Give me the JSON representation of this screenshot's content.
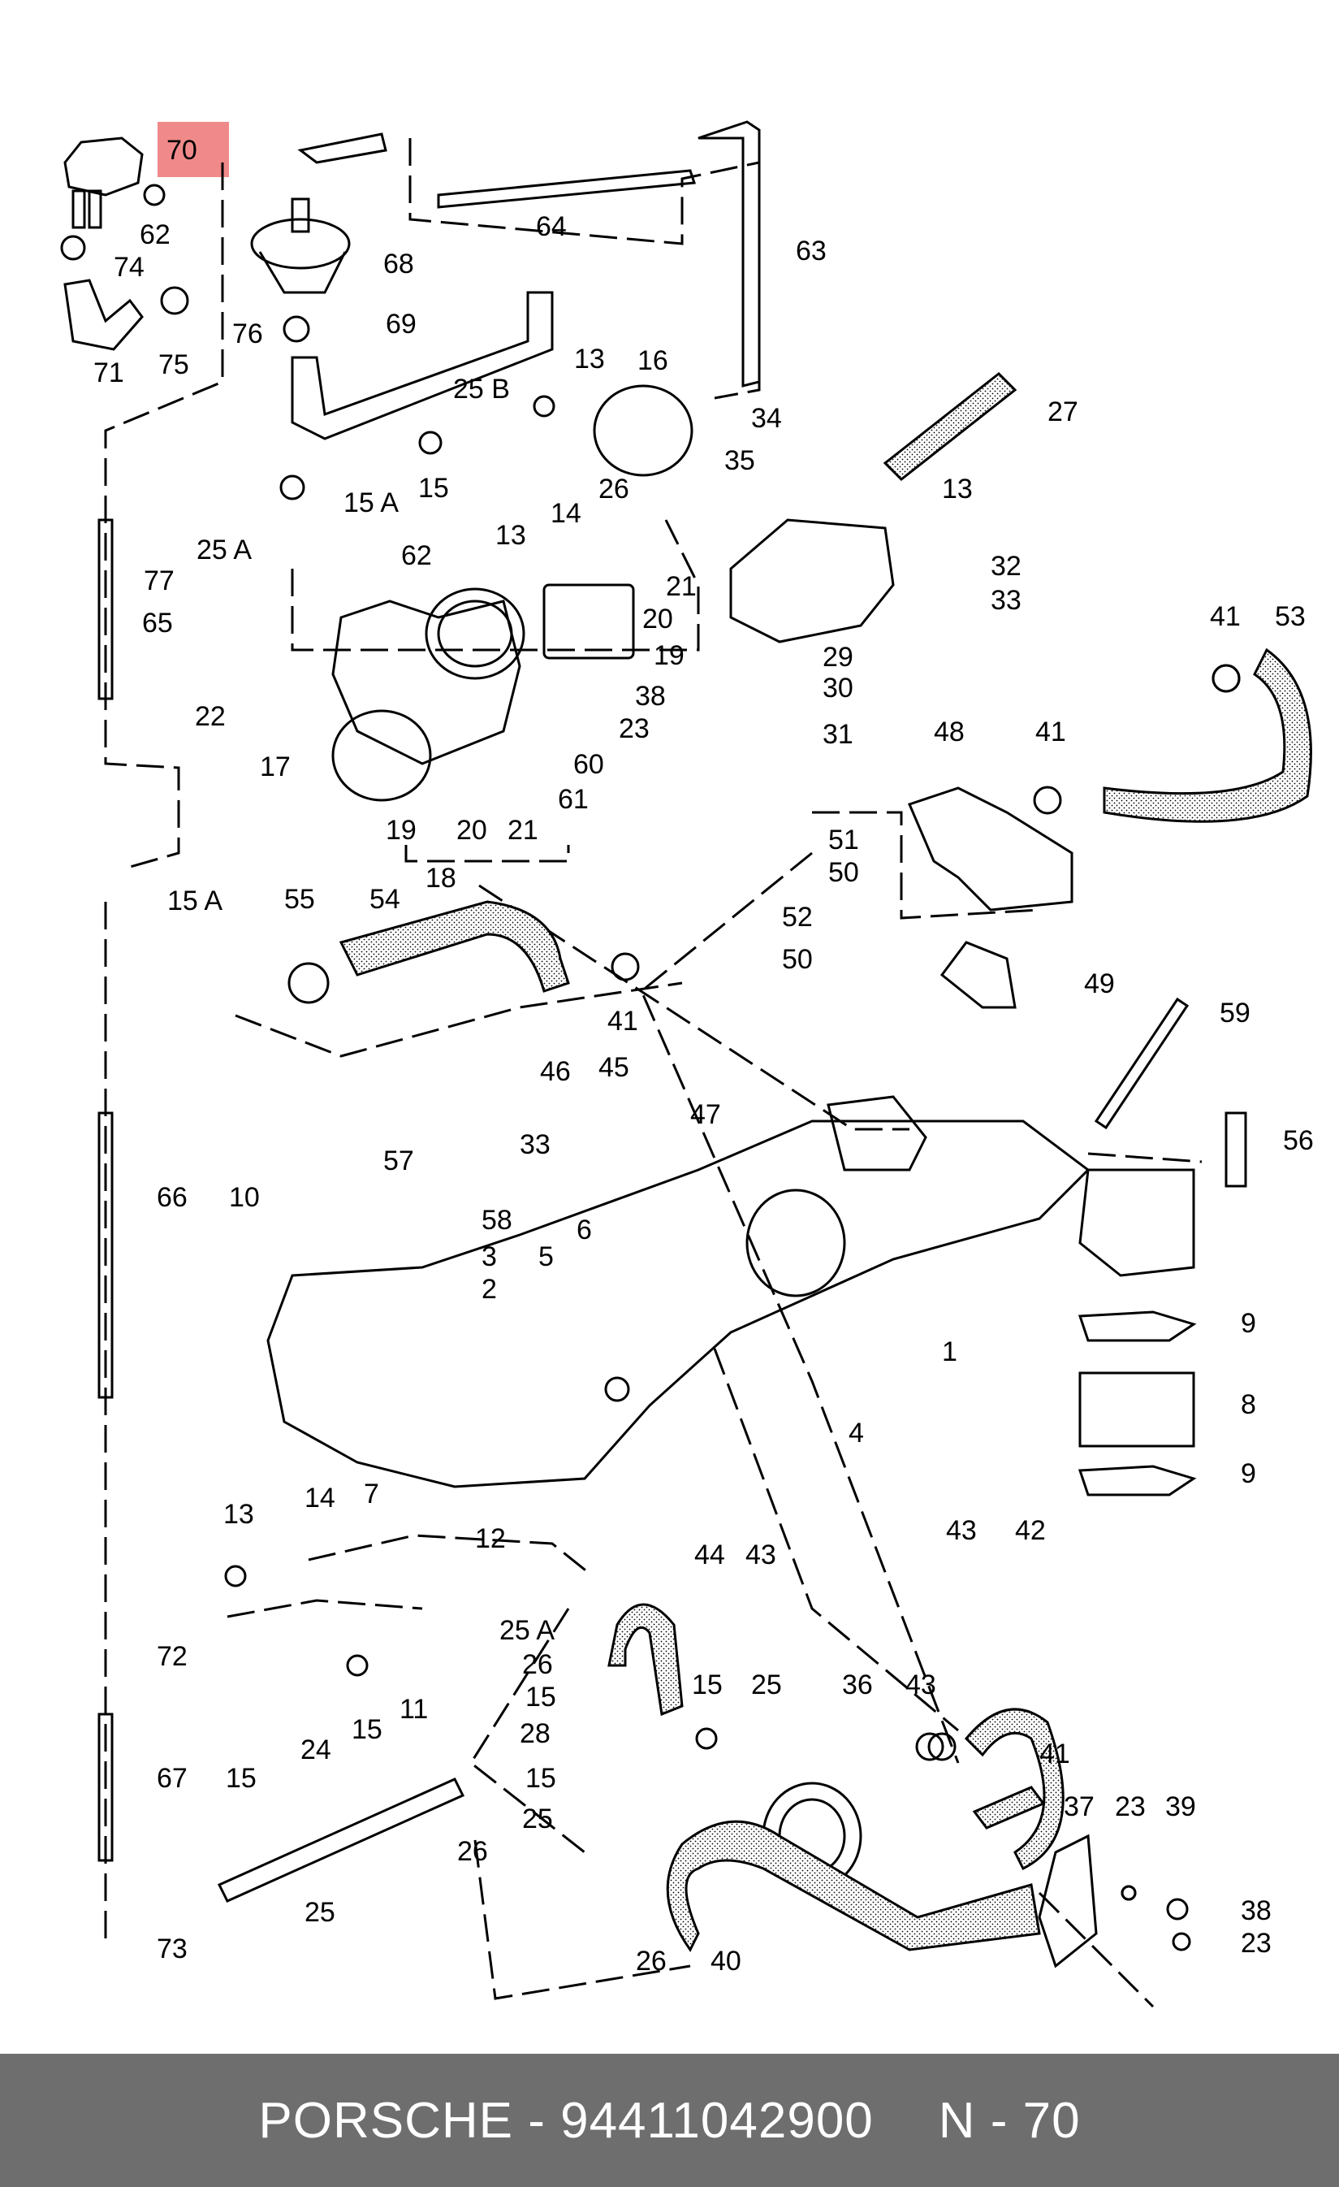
{
  "diagram": {
    "highlight_label": "70",
    "highlight_color": "#f08a8a",
    "labels": [
      "70",
      "62",
      "74",
      "71",
      "75",
      "76",
      "68",
      "69",
      "64",
      "63",
      "16",
      "13",
      "25 B",
      "15",
      "15 A",
      "25 A",
      "77",
      "65",
      "62",
      "13",
      "14",
      "26",
      "21",
      "20",
      "19",
      "38",
      "23",
      "22",
      "17",
      "19",
      "20",
      "21",
      "18",
      "60",
      "61",
      "34",
      "35",
      "27",
      "13",
      "32",
      "33",
      "29",
      "30",
      "31",
      "41",
      "53",
      "48",
      "41",
      "51",
      "50",
      "52",
      "50",
      "49",
      "15 A",
      "55",
      "54",
      "41",
      "46",
      "45",
      "47",
      "33",
      "57",
      "58",
      "6",
      "3",
      "2",
      "5",
      "10",
      "66",
      "59",
      "56",
      "9",
      "8",
      "9",
      "1",
      "4",
      "44",
      "43",
      "7",
      "12",
      "13",
      "14",
      "72",
      "25 A",
      "26",
      "15",
      "28",
      "15",
      "25",
      "26",
      "25",
      "15",
      "25",
      "36",
      "43",
      "42",
      "41",
      "43",
      "37",
      "23",
      "39",
      "38",
      "23",
      "40",
      "26",
      "11",
      "15",
      "24",
      "15",
      "67",
      "73"
    ]
  },
  "footer": {
    "brand": "PORSCHE",
    "separator": "-",
    "part_number": "94411042900",
    "page_ref": "N - 70"
  }
}
